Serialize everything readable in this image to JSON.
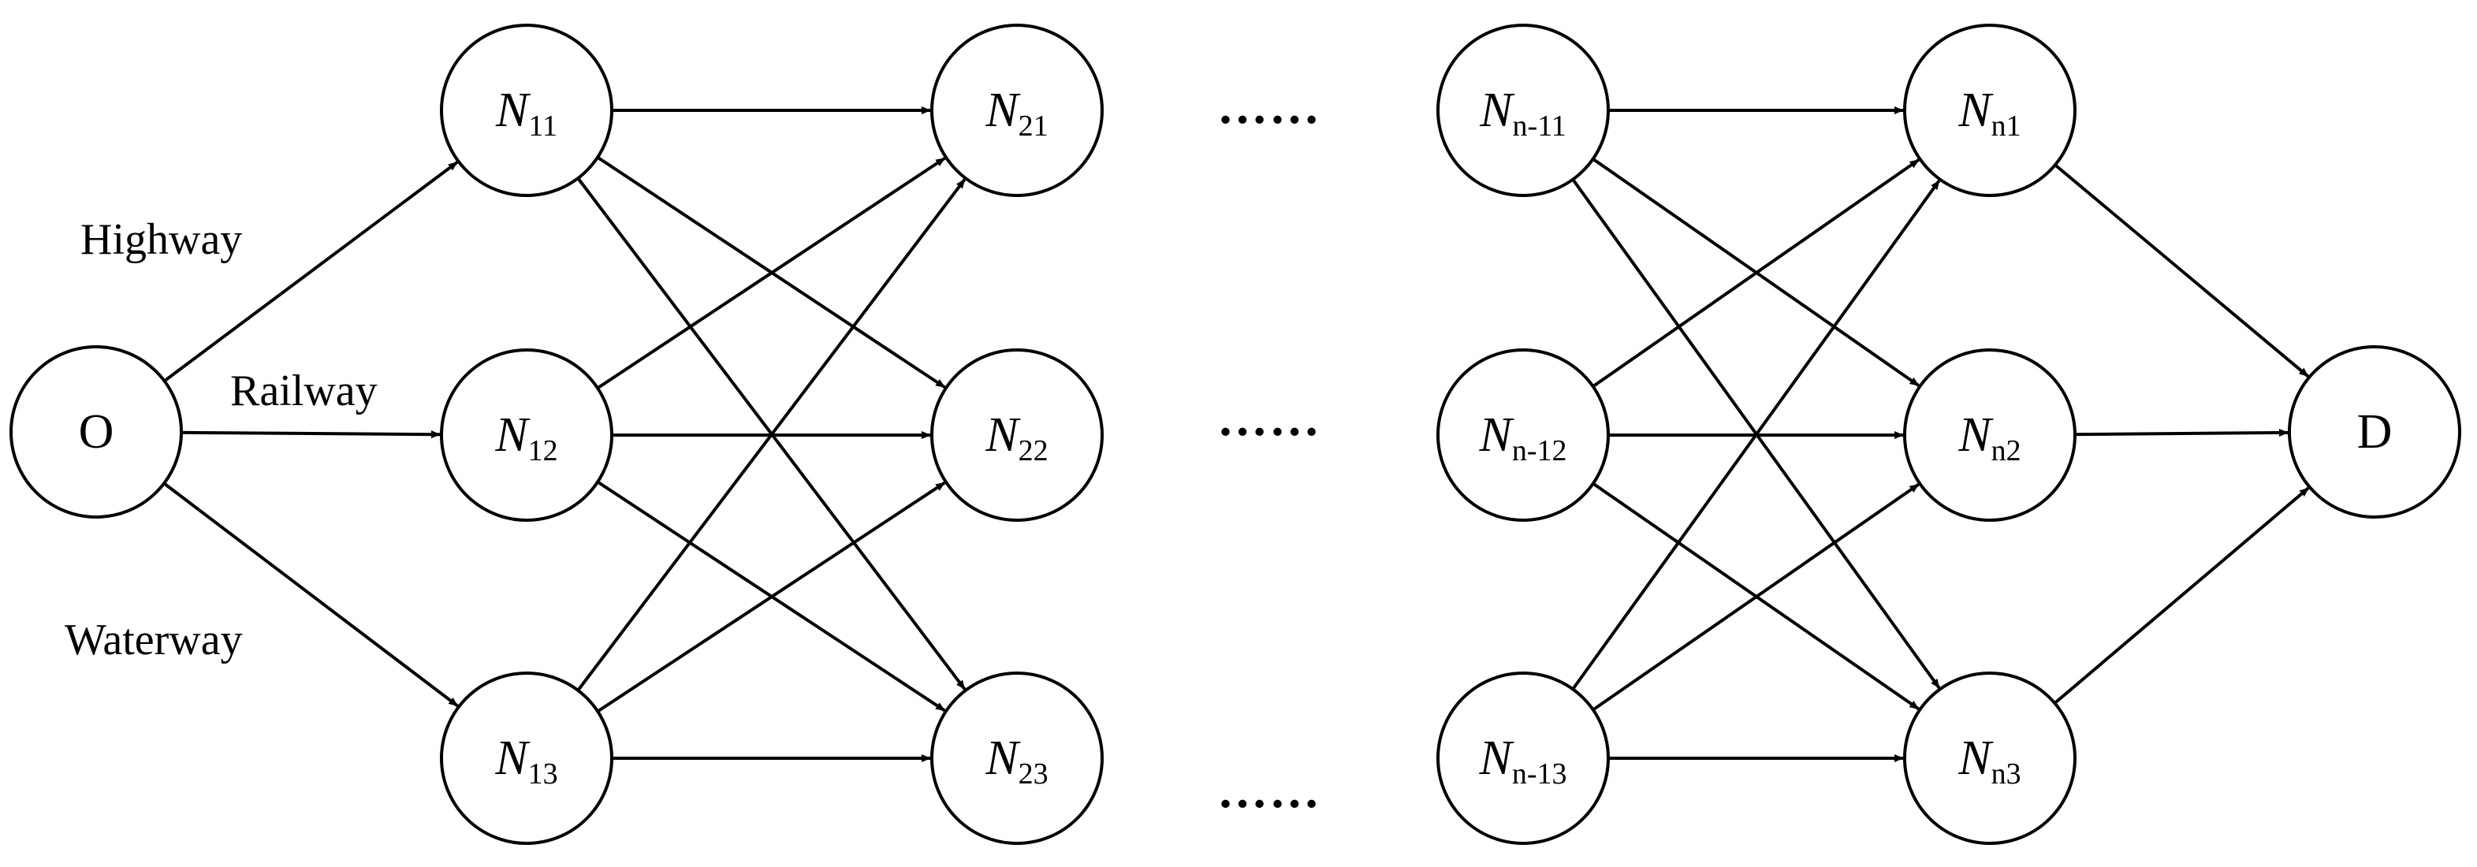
{
  "nodes": [
    {
      "id": "O",
      "main": "O",
      "sub": ""
    },
    {
      "id": "N11",
      "main": "N",
      "sub": "11"
    },
    {
      "id": "N12",
      "main": "N",
      "sub": "12"
    },
    {
      "id": "N13",
      "main": "N",
      "sub": "13"
    },
    {
      "id": "N21",
      "main": "N",
      "sub": "21"
    },
    {
      "id": "N22",
      "main": "N",
      "sub": "22"
    },
    {
      "id": "N23",
      "main": "N",
      "sub": "23"
    },
    {
      "id": "Nn-11",
      "main": "N",
      "sub": "n-11"
    },
    {
      "id": "Nn-12",
      "main": "N",
      "sub": "n-12"
    },
    {
      "id": "Nn-13",
      "main": "N",
      "sub": "n-13"
    },
    {
      "id": "Nn1",
      "main": "N",
      "sub": "n1"
    },
    {
      "id": "Nn2",
      "main": "N",
      "sub": "n2"
    },
    {
      "id": "Nn3",
      "main": "N",
      "sub": "n3"
    },
    {
      "id": "D",
      "main": "D",
      "sub": ""
    }
  ],
  "edges": [
    [
      "O",
      "N11"
    ],
    [
      "O",
      "N12"
    ],
    [
      "O",
      "N13"
    ],
    [
      "N11",
      "N21"
    ],
    [
      "N11",
      "N22"
    ],
    [
      "N11",
      "N23"
    ],
    [
      "N12",
      "N21"
    ],
    [
      "N12",
      "N22"
    ],
    [
      "N12",
      "N23"
    ],
    [
      "N13",
      "N21"
    ],
    [
      "N13",
      "N22"
    ],
    [
      "N13",
      "N23"
    ],
    [
      "Nn-11",
      "Nn1"
    ],
    [
      "Nn-11",
      "Nn2"
    ],
    [
      "Nn-11",
      "Nn3"
    ],
    [
      "Nn-12",
      "Nn1"
    ],
    [
      "Nn-12",
      "Nn2"
    ],
    [
      "Nn-12",
      "Nn3"
    ],
    [
      "Nn-13",
      "Nn1"
    ],
    [
      "Nn-13",
      "Nn2"
    ],
    [
      "Nn-13",
      "Nn3"
    ],
    [
      "Nn1",
      "D"
    ],
    [
      "Nn2",
      "D"
    ],
    [
      "Nn3",
      "D"
    ]
  ],
  "mode_labels": {
    "highway": "Highway",
    "railway": "Railway",
    "waterway": "Waterway"
  },
  "ellipsis": "……"
}
